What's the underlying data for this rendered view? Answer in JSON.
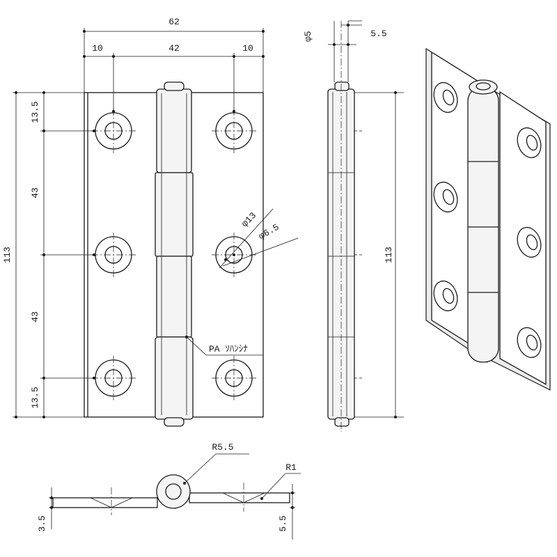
{
  "drawing": {
    "front_view": {
      "overall_width": "62",
      "edge_offset_left": "10",
      "hole_pitch_horizontal": "42",
      "edge_offset_right": "10",
      "overall_height": "113",
      "edge_offset_top": "13.5",
      "hole_pitch_vertical_1": "43",
      "hole_pitch_vertical_2": "43",
      "edge_offset_bottom": "13.5",
      "countersink_diameter": "φ13",
      "hole_diameter": "φ6.5",
      "pin_note": "PA ｿﾊﾝｼﾅ"
    },
    "side_view": {
      "pin_diameter": "φ5",
      "knuckle_width": "5.5",
      "overall_height": "113"
    },
    "bottom_view": {
      "knuckle_radius": "R5.5",
      "edge_radius": "R1",
      "thickness_left": "3.5",
      "thickness_right": "5.5"
    }
  }
}
